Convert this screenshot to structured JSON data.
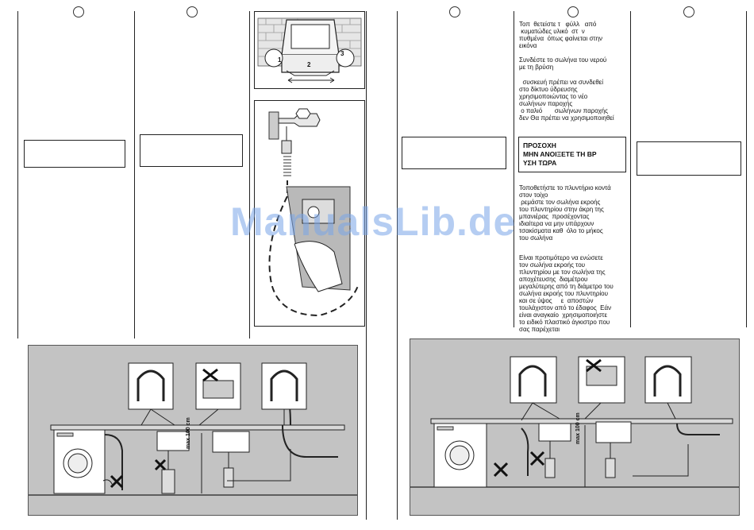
{
  "right_column_text": {
    "p1": "Τοπ  θετείστε τ   φύλλ   από\n κυματώδες υλικό  στ  ν\nπυθμένα  όπως φαίνεται στην\nεικόνα",
    "p2": "Συνδέστε το σωλήνα του νερού\nμε τη βρύση",
    "p3": "  συσκευή πρέπει να συνδεθεί\nστο δίκτυο ύδρευσης\nχρησιμοποιώντας το νέο\nσωλήνων παροχής\n ο παλιό       σωλήνων παροχής\nδεν Θα πρέπει να χρησιμοποιηθεί",
    "warning": "ΠΡΟΣΟΧΗ\nΜΗΝ ΑΝΟΙΞΕΤΕ ΤΗ ΒΡ\nΥΣΗ ΤΩΡΑ",
    "p4": "Τοποθετήστε το πλυντήριο κοντά\nστον τοίχο\n ρεμάστε τον σωλήνα εκροής\nτου πλυντηρίου στην άκρη της\nμπανιέρας  προσέχοντας\nιδιαίτερα να μην υπάρχουν\nτσακίσματα καθ  όλο το μήκος\nτου σωλήνα",
    "p5": "Είναι προτιμότερο να ενώσετε\nτον σωλήνα εκροής του\nπλυντηρίου με τον σωλήνα της\nαποχέτευσης  διαμέτρου\nμεγαλύτερης από τη διάμετρο του\nσωλήνα εκροής του πλυντηρίου\nκαι σε ύψος     ε  αποστών\nτουλάχιστον από το έδαφος  Εάν\nείναι αναγκαίο  χρησιμοποιήστε\nτο ειδικό πλαστικό άγκιστρο που\nσας παρέχεται"
  },
  "illustration_labels": {
    "step1": "1",
    "step2": "2",
    "step3": "3",
    "max_height": "max 100 cm"
  },
  "watermark": "ManualsLib.de",
  "colors": {
    "panel_bg": "#c3c3c3",
    "watermark": "#7aa6e8"
  }
}
